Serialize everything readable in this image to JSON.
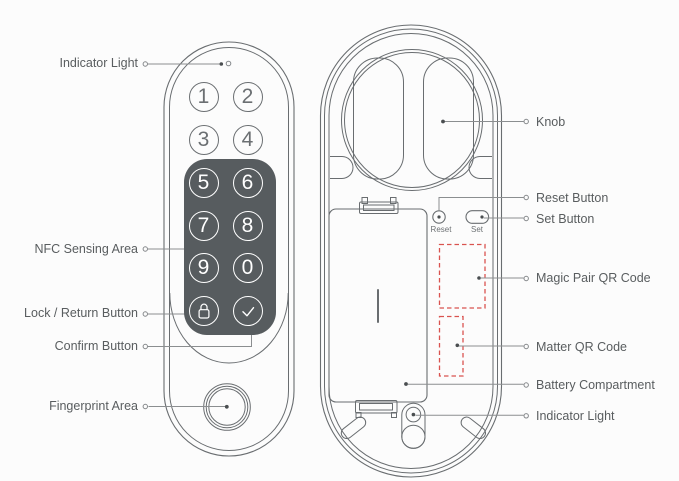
{
  "title": "Smart lock parts diagram (front and back views)",
  "front": {
    "keys": [
      "1",
      "2",
      "3",
      "4",
      "5",
      "6",
      "7",
      "8",
      "9",
      "0"
    ],
    "special_keys": [
      {
        "icon": "lock-icon",
        "meaning": "Lock / Return"
      },
      {
        "icon": "checkmark-icon",
        "meaning": "Confirm"
      }
    ],
    "labels": [
      {
        "text": "Indicator Light"
      },
      {
        "text": "NFC Sensing Area"
      },
      {
        "text": "Lock / Return Button"
      },
      {
        "text": "Confirm Button"
      },
      {
        "text": "Fingerprint Area"
      }
    ]
  },
  "back": {
    "button_labels": {
      "reset": "Reset",
      "set": "Set"
    },
    "labels": [
      {
        "text": "Knob"
      },
      {
        "text": "Reset Button"
      },
      {
        "text": "Set Button"
      },
      {
        "text": "Magic Pair QR Code"
      },
      {
        "text": "Matter QR Code"
      },
      {
        "text": "Battery Compartment"
      },
      {
        "text": "Indicator Light"
      }
    ]
  },
  "colors": {
    "background": "#fcfcfc",
    "keypad_panel": "#575c5f",
    "outline_gray": "#696d70",
    "leader_gray": "#8b8e90",
    "label_text": "#595d5f",
    "qr_dashed_red": "#d9534f",
    "key_text_on_dark": "#ffffff",
    "key_text_on_light": "#6b6f72"
  }
}
